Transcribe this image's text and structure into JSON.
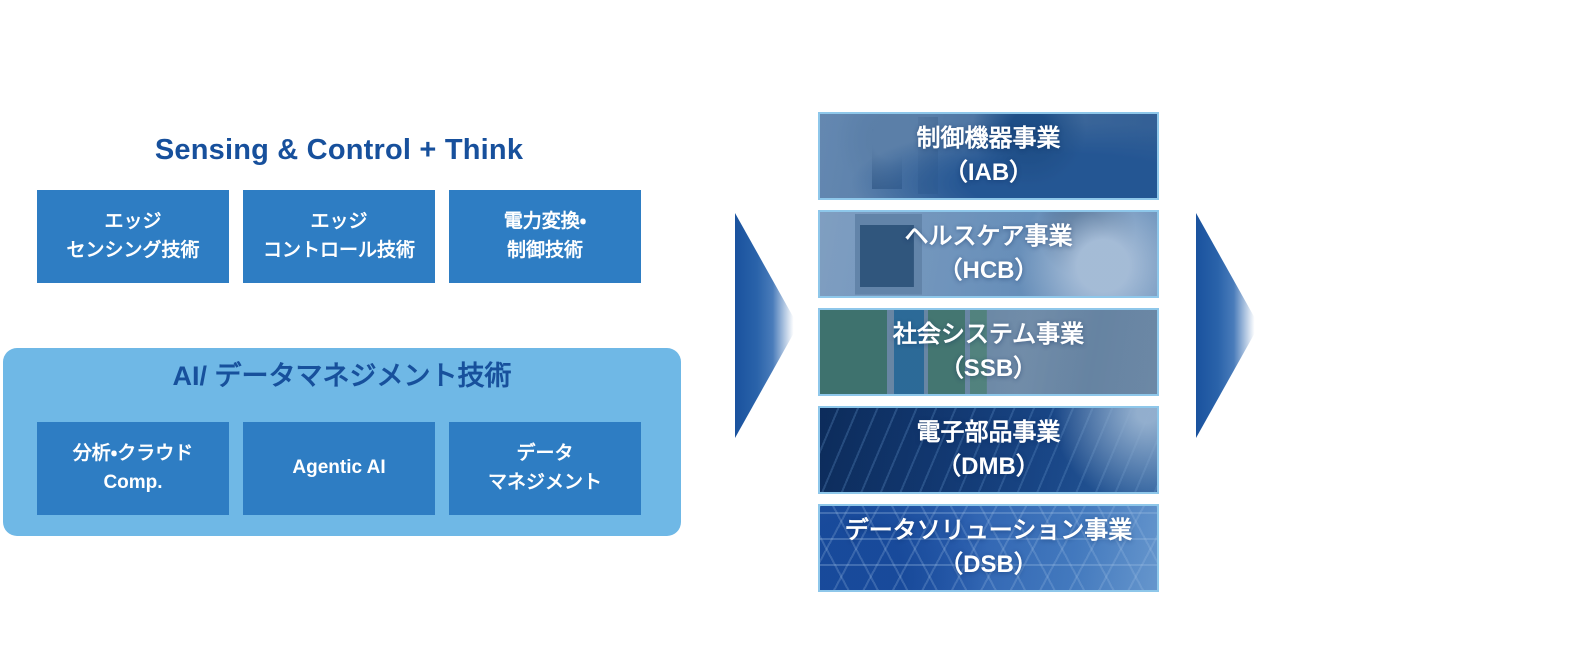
{
  "left_panel": {
    "title": "Sensing & Control + Think",
    "tech_boxes": [
      {
        "line1": "エッジ",
        "line2": "センシング技術"
      },
      {
        "line1": "エッジ",
        "line2": "コントロール技術"
      },
      {
        "line1": "電力変換・",
        "line2": "制御技術"
      }
    ],
    "ai_panel": {
      "title": "AI/ データマネジメント技術",
      "boxes": [
        {
          "line1": "分析・クラウド",
          "line2": "Comp."
        },
        {
          "line1": "Agentic AI",
          "line2": ""
        },
        {
          "line1": "データ",
          "line2": "マネジメント"
        }
      ]
    }
  },
  "flow": {
    "arrow_icon": "right-arrow-icon",
    "arrow_count": 2
  },
  "right_panel": {
    "businesses": [
      {
        "name": "制御機器事業",
        "code": "（IAB）",
        "image": "factory-automation-photo"
      },
      {
        "name": "ヘルスケア事業",
        "code": "（HCB）",
        "image": "telemedicine-photo"
      },
      {
        "name": "社会システム事業",
        "code": "（SSB）",
        "image": "aerial-canal-solar-photo"
      },
      {
        "name": "電子部品事業",
        "code": "（DMB）",
        "image": "electronics-lightstream-photo"
      },
      {
        "name": "データソリューション事業",
        "code": "（DSB）",
        "image": "hexagon-circuit-photo"
      }
    ]
  },
  "colors": {
    "box_blue": "#2e7dc3",
    "panel_light_blue": "#6fb8e6",
    "title_navy": "#17509c",
    "photo_border": "#8ec7ea",
    "arrow_dark_blue": "#1a529e",
    "text_white": "#ffffff",
    "background": "#ffffff"
  }
}
